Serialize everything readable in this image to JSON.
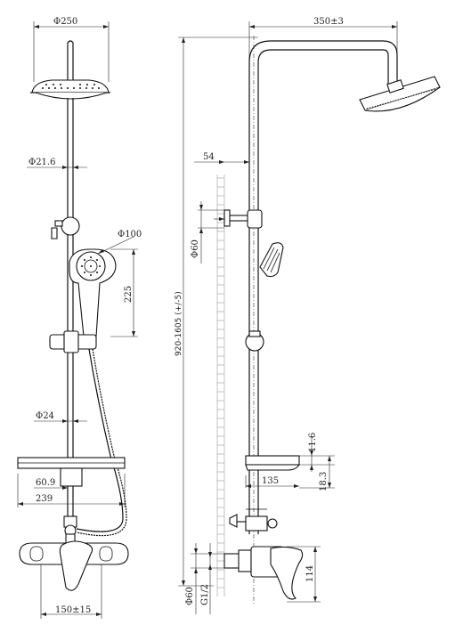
{
  "dimensions": {
    "head_diameter": "Φ250",
    "arm_reach": "350±3",
    "pipe_diameter": "Φ21.6",
    "wall_offset": "54",
    "handshower_diameter": "Φ100",
    "handshower_length": "225",
    "bracket_diameter": "Φ60",
    "total_height": "920-1605 (+/-5)",
    "lower_pipe_diameter": "Φ24",
    "shelf_offset": "60.9",
    "shelf_width": "239",
    "shelf_depth": "135",
    "shelf_thickness": "11.6",
    "shelf_height": "18.3",
    "escutcheon_diameter": "Φ60",
    "thread": "G1/2",
    "mixer_height": "114",
    "centers": "150±15"
  }
}
